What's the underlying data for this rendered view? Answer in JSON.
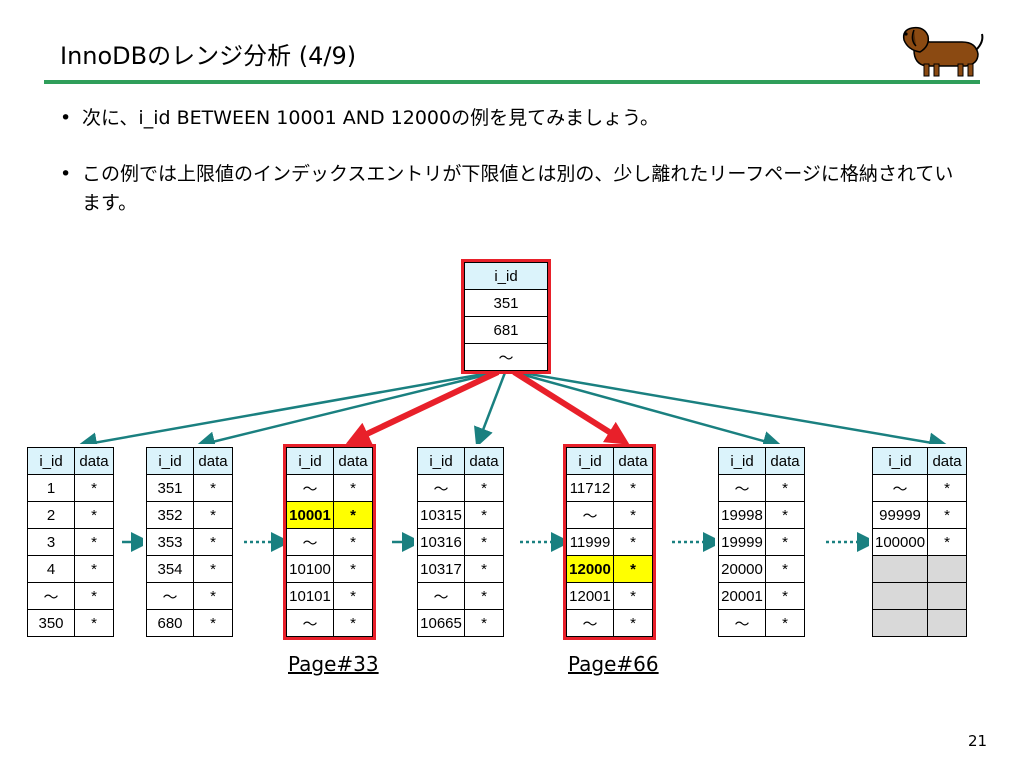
{
  "title": "InnoDBのレンジ分析 (4/9)",
  "bullets": [
    "次に、i_id BETWEEN 10001 AND 12000の例を見てみましょう。",
    "この例では上限値のインデックスエントリが下限値とは別の、少し離れたリーフページに格納されています。"
  ],
  "root_node": {
    "header": "i_id",
    "rows": [
      "351",
      "681",
      "～"
    ]
  },
  "leaf_header": {
    "key": "i_id",
    "data": "data"
  },
  "leaf_nodes": [
    {
      "highlight": false,
      "rows": [
        [
          "1",
          "*"
        ],
        [
          "2",
          "*"
        ],
        [
          "3",
          "*"
        ],
        [
          "4",
          "*"
        ],
        [
          "～",
          "*"
        ],
        [
          "350",
          "*"
        ]
      ]
    },
    {
      "highlight": false,
      "rows": [
        [
          "351",
          "*"
        ],
        [
          "352",
          "*"
        ],
        [
          "353",
          "*"
        ],
        [
          "354",
          "*"
        ],
        [
          "～",
          "*"
        ],
        [
          "680",
          "*"
        ]
      ]
    },
    {
      "highlight": true,
      "page_label": "Page#33",
      "rows": [
        [
          "～",
          "*"
        ],
        [
          "10001",
          "*"
        ],
        [
          "～",
          "*"
        ],
        [
          "10100",
          "*"
        ],
        [
          "10101",
          "*"
        ],
        [
          "～",
          "*"
        ]
      ],
      "marked_row": 1
    },
    {
      "highlight": false,
      "rows": [
        [
          "～",
          "*"
        ],
        [
          "10315",
          "*"
        ],
        [
          "10316",
          "*"
        ],
        [
          "10317",
          "*"
        ],
        [
          "～",
          "*"
        ],
        [
          "10665",
          "*"
        ]
      ]
    },
    {
      "highlight": true,
      "page_label": "Page#66",
      "rows": [
        [
          "11712",
          "*"
        ],
        [
          "～",
          "*"
        ],
        [
          "11999",
          "*"
        ],
        [
          "12000",
          "*"
        ],
        [
          "12001",
          "*"
        ],
        [
          "～",
          "*"
        ]
      ],
      "marked_row": 3
    },
    {
      "highlight": false,
      "rows": [
        [
          "～",
          "*"
        ],
        [
          "19998",
          "*"
        ],
        [
          "19999",
          "*"
        ],
        [
          "20000",
          "*"
        ],
        [
          "20001",
          "*"
        ],
        [
          "～",
          "*"
        ]
      ]
    },
    {
      "highlight": false,
      "rows": [
        [
          "～",
          "*"
        ],
        [
          "99999",
          "*"
        ],
        [
          "100000",
          "*"
        ],
        [
          "",
          ""
        ],
        [
          "",
          ""
        ],
        [
          "",
          ""
        ]
      ]
    }
  ],
  "slide_number": "21",
  "colors": {
    "accent_rule": "#2f9e5a",
    "highlight_border": "#e8202a",
    "pointer_arrow": "#1a8080",
    "marked_cell": "#ffff00",
    "header_cell": "#dbf3fb",
    "empty_cell": "#d9d9d9"
  }
}
